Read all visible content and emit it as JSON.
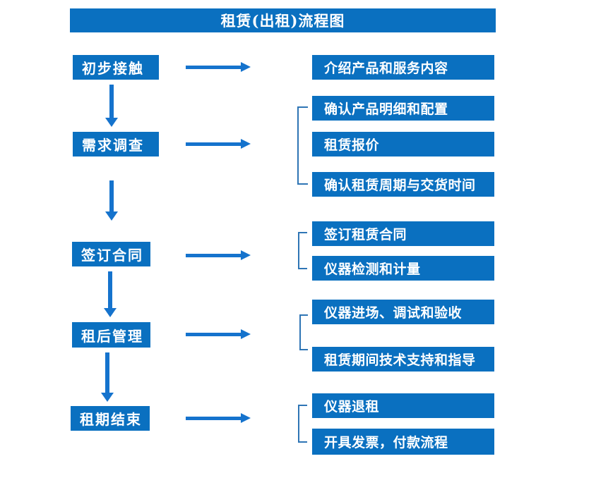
{
  "title": "租赁(出租)流程图",
  "colors": {
    "box": "#0a70c0",
    "arrow": "#1573cd",
    "bracket": "#2e75b5",
    "text": "#ffffff",
    "background": "#ffffff"
  },
  "steps": [
    {
      "label": "初步接触"
    },
    {
      "label": "需求调查"
    },
    {
      "label": "签订合同"
    },
    {
      "label": "租后管理"
    },
    {
      "label": "租期结束"
    }
  ],
  "details": [
    {
      "label": "介绍产品和服务内容"
    },
    {
      "label": "确认产品明细和配置"
    },
    {
      "label": "租赁报价"
    },
    {
      "label": "确认租赁周期与交货时间"
    },
    {
      "label": "签订租赁合同"
    },
    {
      "label": "仪器检测和计量"
    },
    {
      "label": "仪器进场、调试和验收"
    },
    {
      "label": "租赁期间技术支持和指导"
    },
    {
      "label": "仪器退租"
    },
    {
      "label": "开具发票，付款流程"
    }
  ]
}
